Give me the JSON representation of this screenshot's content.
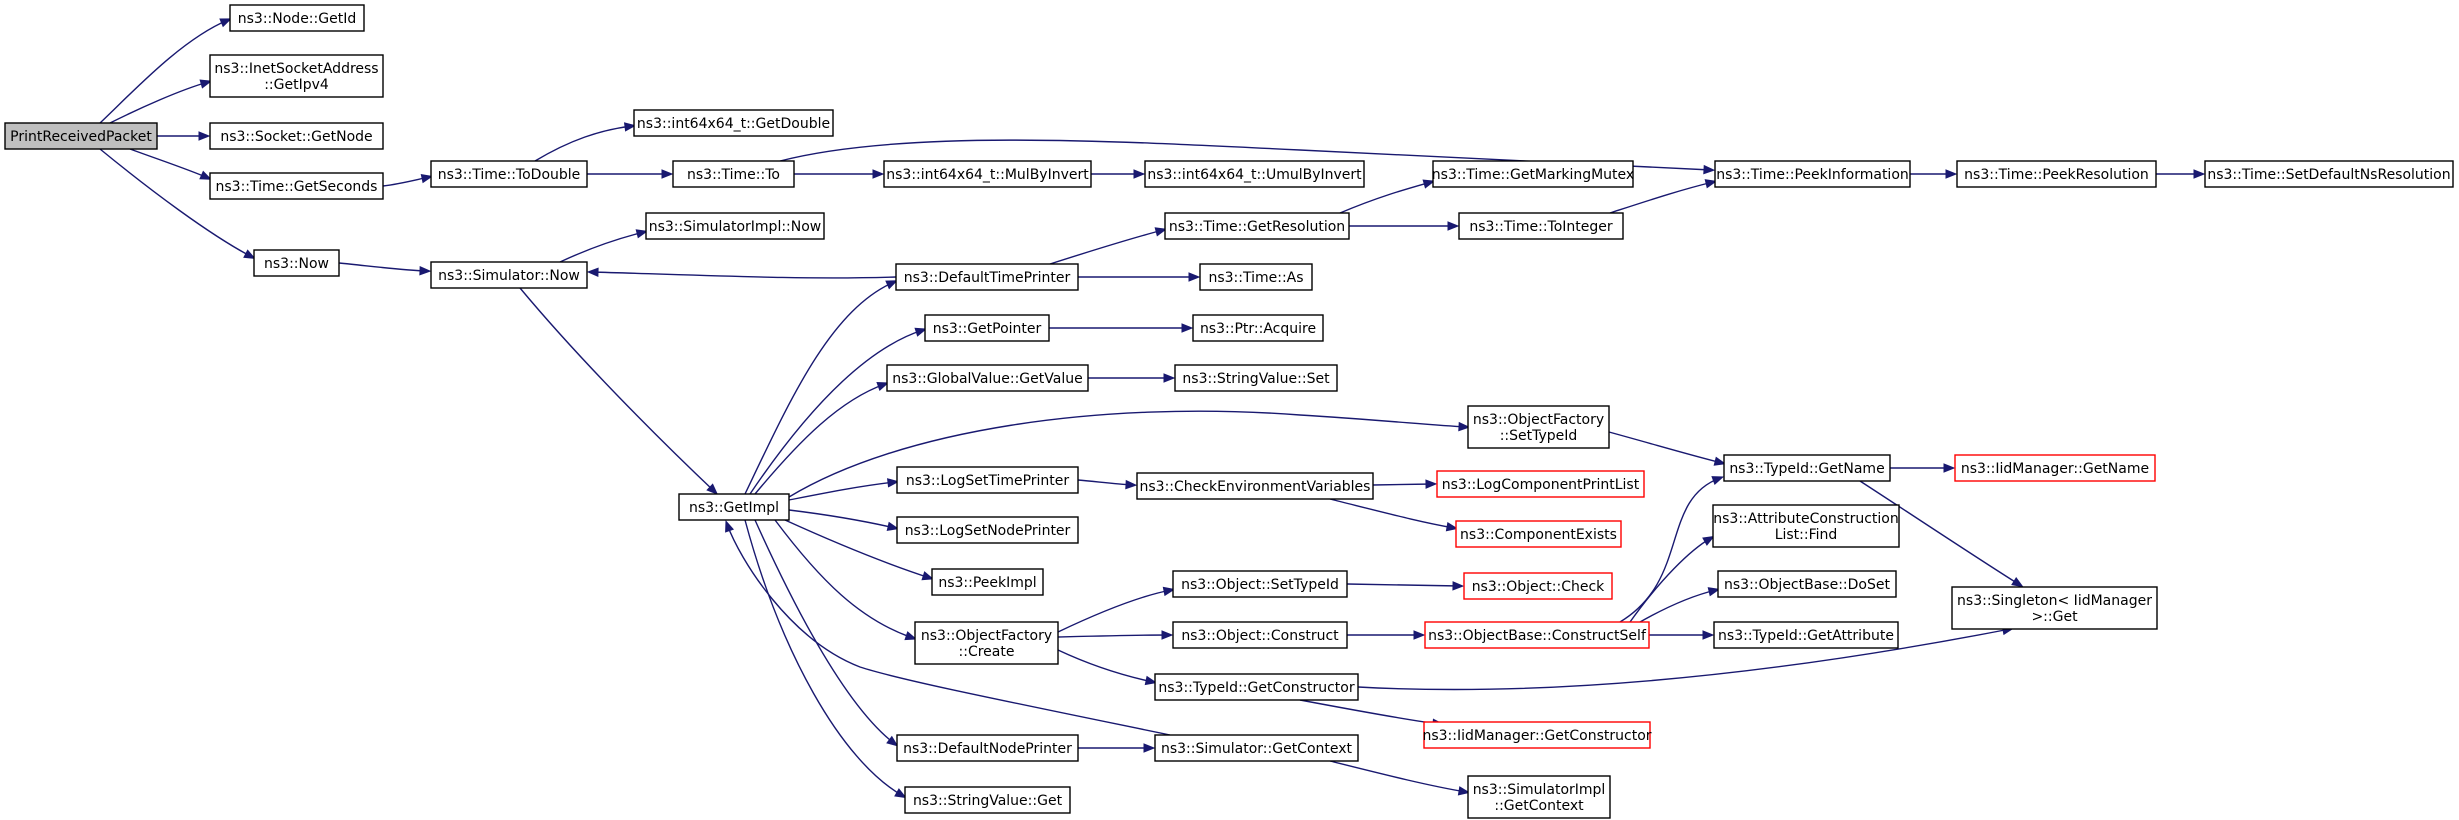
{
  "graph": {
    "nodes": [
      {
        "id": "root",
        "lines": [
          "PrintReceivedPacket"
        ],
        "kind": "root"
      },
      {
        "id": "getId",
        "lines": [
          "ns3::Node::GetId"
        ]
      },
      {
        "id": "getIpv4",
        "lines": [
          "ns3::InetSocketAddress",
          "::GetIpv4"
        ]
      },
      {
        "id": "sockGetNode",
        "lines": [
          "ns3::Socket::GetNode"
        ]
      },
      {
        "id": "getSeconds",
        "lines": [
          "ns3::Time::GetSeconds"
        ]
      },
      {
        "id": "now",
        "lines": [
          "ns3::Now"
        ]
      },
      {
        "id": "toDouble",
        "lines": [
          "ns3::Time::ToDouble"
        ]
      },
      {
        "id": "int64GetDouble",
        "lines": [
          "ns3::int64x64_t::GetDouble"
        ]
      },
      {
        "id": "timeTo",
        "lines": [
          "ns3::Time::To"
        ]
      },
      {
        "id": "mulByInvert",
        "lines": [
          "ns3::int64x64_t::MulByInvert"
        ]
      },
      {
        "id": "umulByInvert",
        "lines": [
          "ns3::int64x64_t::UmulByInvert"
        ]
      },
      {
        "id": "peekInfo",
        "lines": [
          "ns3::Time::PeekInformation"
        ]
      },
      {
        "id": "peekRes",
        "lines": [
          "ns3::Time::PeekResolution"
        ]
      },
      {
        "id": "setDefRes",
        "lines": [
          "ns3::Time::SetDefaultNsResolution"
        ]
      },
      {
        "id": "simImplNow",
        "lines": [
          "ns3::SimulatorImpl::Now"
        ]
      },
      {
        "id": "simNow",
        "lines": [
          "ns3::Simulator::Now"
        ]
      },
      {
        "id": "getMarkingMutex",
        "lines": [
          "ns3::Time::GetMarkingMutex"
        ]
      },
      {
        "id": "getResolution",
        "lines": [
          "ns3::Time::GetResolution"
        ]
      },
      {
        "id": "toInteger",
        "lines": [
          "ns3::Time::ToInteger"
        ]
      },
      {
        "id": "defTimePrinter",
        "lines": [
          "ns3::DefaultTimePrinter"
        ]
      },
      {
        "id": "timeAs",
        "lines": [
          "ns3::Time::As"
        ]
      },
      {
        "id": "getPointer",
        "lines": [
          "ns3::GetPointer"
        ]
      },
      {
        "id": "ptrAcquire",
        "lines": [
          "ns3::Ptr::Acquire"
        ]
      },
      {
        "id": "gvGetValue",
        "lines": [
          "ns3::GlobalValue::GetValue"
        ]
      },
      {
        "id": "svSet",
        "lines": [
          "ns3::StringValue::Set"
        ]
      },
      {
        "id": "ofSetTypeId",
        "lines": [
          "ns3::ObjectFactory",
          "::SetTypeId"
        ]
      },
      {
        "id": "tidGetName",
        "lines": [
          "ns3::TypeId::GetName"
        ]
      },
      {
        "id": "iidGetName",
        "lines": [
          "ns3::IidManager::GetName"
        ],
        "kind": "trunc"
      },
      {
        "id": "getImpl",
        "lines": [
          "ns3::GetImpl"
        ]
      },
      {
        "id": "logSetTimePrinter",
        "lines": [
          "ns3::LogSetTimePrinter"
        ]
      },
      {
        "id": "checkEnv",
        "lines": [
          "ns3::CheckEnvironmentVariables"
        ]
      },
      {
        "id": "logCompPrintList",
        "lines": [
          "ns3::LogComponentPrintList"
        ],
        "kind": "trunc"
      },
      {
        "id": "compExists",
        "lines": [
          "ns3::ComponentExists"
        ],
        "kind": "trunc"
      },
      {
        "id": "acListFind",
        "lines": [
          "ns3::AttributeConstruction",
          "List::Find"
        ]
      },
      {
        "id": "logSetNodePrinter",
        "lines": [
          "ns3::LogSetNodePrinter"
        ]
      },
      {
        "id": "peekImpl",
        "lines": [
          "ns3::PeekImpl"
        ]
      },
      {
        "id": "objSetTypeId",
        "lines": [
          "ns3::Object::SetTypeId"
        ]
      },
      {
        "id": "objCheck",
        "lines": [
          "ns3::Object::Check"
        ],
        "kind": "trunc"
      },
      {
        "id": "obDoSet",
        "lines": [
          "ns3::ObjectBase::DoSet"
        ]
      },
      {
        "id": "singletonGet",
        "lines": [
          "ns3::Singleton< IidManager",
          ">::Get"
        ]
      },
      {
        "id": "ofCreate",
        "lines": [
          "ns3::ObjectFactory",
          "::Create"
        ]
      },
      {
        "id": "objConstruct",
        "lines": [
          "ns3::Object::Construct"
        ]
      },
      {
        "id": "constructSelf",
        "lines": [
          "ns3::ObjectBase::ConstructSelf"
        ],
        "kind": "trunc"
      },
      {
        "id": "tidGetAttr",
        "lines": [
          "ns3::TypeId::GetAttribute"
        ]
      },
      {
        "id": "tidGetCtor",
        "lines": [
          "ns3::TypeId::GetConstructor"
        ]
      },
      {
        "id": "iidGetCtor",
        "lines": [
          "ns3::IidManager::GetConstructor"
        ],
        "kind": "trunc"
      },
      {
        "id": "defNodePrinter",
        "lines": [
          "ns3::DefaultNodePrinter"
        ]
      },
      {
        "id": "simGetContext",
        "lines": [
          "ns3::Simulator::GetContext"
        ]
      },
      {
        "id": "simImplGetContext",
        "lines": [
          "ns3::SimulatorImpl",
          "::GetContext"
        ]
      },
      {
        "id": "svGet",
        "lines": [
          "ns3::StringValue::Get"
        ]
      }
    ],
    "edges": [
      [
        "root",
        "getId"
      ],
      [
        "root",
        "getIpv4"
      ],
      [
        "root",
        "sockGetNode"
      ],
      [
        "root",
        "getSeconds"
      ],
      [
        "root",
        "now"
      ],
      [
        "getSeconds",
        "toDouble"
      ],
      [
        "toDouble",
        "int64GetDouble"
      ],
      [
        "toDouble",
        "timeTo"
      ],
      [
        "timeTo",
        "mulByInvert"
      ],
      [
        "timeTo",
        "peekInfo"
      ],
      [
        "mulByInvert",
        "umulByInvert"
      ],
      [
        "peekInfo",
        "peekRes"
      ],
      [
        "peekRes",
        "setDefRes"
      ],
      [
        "now",
        "simNow"
      ],
      [
        "simNow",
        "simImplNow"
      ],
      [
        "simNow",
        "getImpl"
      ],
      [
        "defTimePrinter",
        "simNow"
      ],
      [
        "defTimePrinter",
        "getResolution"
      ],
      [
        "defTimePrinter",
        "timeAs"
      ],
      [
        "getResolution",
        "getMarkingMutex"
      ],
      [
        "getResolution",
        "toInteger"
      ],
      [
        "toInteger",
        "peekInfo"
      ],
      [
        "getImpl",
        "defTimePrinter"
      ],
      [
        "getImpl",
        "getPointer"
      ],
      [
        "getImpl",
        "gvGetValue"
      ],
      [
        "getImpl",
        "ofSetTypeId"
      ],
      [
        "getImpl",
        "logSetTimePrinter"
      ],
      [
        "getImpl",
        "logSetNodePrinter"
      ],
      [
        "getImpl",
        "peekImpl"
      ],
      [
        "getImpl",
        "ofCreate"
      ],
      [
        "getImpl",
        "defNodePrinter"
      ],
      [
        "getImpl",
        "svGet"
      ],
      [
        "getPointer",
        "ptrAcquire"
      ],
      [
        "gvGetValue",
        "svSet"
      ],
      [
        "ofSetTypeId",
        "tidGetName"
      ],
      [
        "tidGetName",
        "iidGetName"
      ],
      [
        "tidGetName",
        "singletonGet"
      ],
      [
        "logSetTimePrinter",
        "checkEnv"
      ],
      [
        "checkEnv",
        "logCompPrintList"
      ],
      [
        "checkEnv",
        "compExists"
      ],
      [
        "ofCreate",
        "objSetTypeId"
      ],
      [
        "ofCreate",
        "objConstruct"
      ],
      [
        "ofCreate",
        "tidGetCtor"
      ],
      [
        "objSetTypeId",
        "objCheck"
      ],
      [
        "objConstruct",
        "constructSelf"
      ],
      [
        "constructSelf",
        "tidGetName"
      ],
      [
        "constructSelf",
        "acListFind"
      ],
      [
        "constructSelf",
        "obDoSet"
      ],
      [
        "constructSelf",
        "tidGetAttr"
      ],
      [
        "tidGetCtor",
        "singletonGet"
      ],
      [
        "tidGetCtor",
        "iidGetCtor"
      ],
      [
        "defNodePrinter",
        "simGetContext"
      ],
      [
        "simGetContext",
        "getImpl"
      ],
      [
        "simGetContext",
        "simImplGetContext"
      ]
    ]
  }
}
